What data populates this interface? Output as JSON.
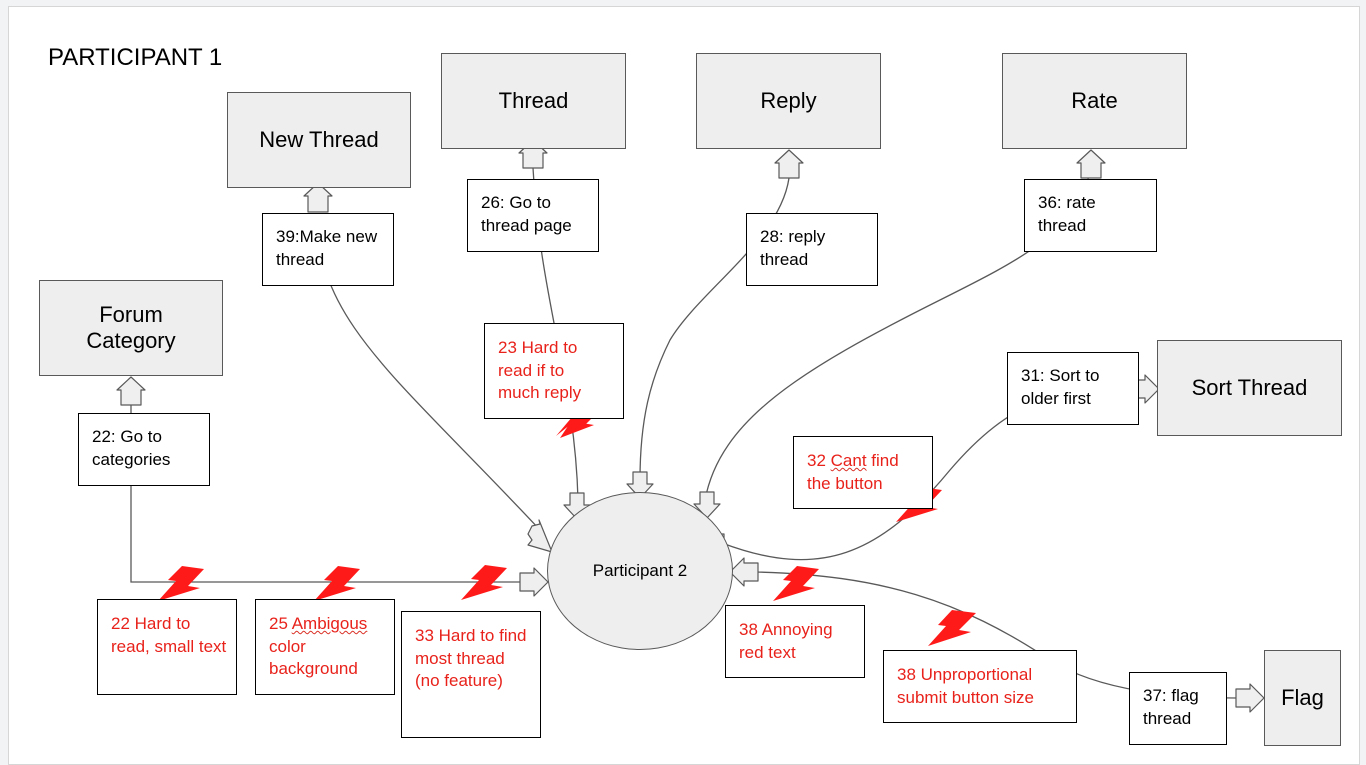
{
  "title": "PARTICIPANT 1",
  "center": "Participant 2",
  "nodes": {
    "new_thread": "New Thread",
    "thread": "Thread",
    "reply": "Reply",
    "rate": "Rate",
    "forum_category": "Forum Category",
    "sort_thread": "Sort Thread",
    "flag": "Flag"
  },
  "actions": {
    "make_new_thread": "39:Make new thread",
    "go_to_thread_page": "26: Go to thread page",
    "reply_thread": "28: reply thread",
    "rate_thread": "36: rate thread",
    "go_to_categories": "22: Go to categories",
    "sort_older_first": "31: Sort to older first",
    "flag_thread": "37: flag thread"
  },
  "issues": {
    "hard_to_read_reply": "23 Hard to read if to much reply",
    "cant_find_button_pre": "32 ",
    "cant_find_button_word": "Cant",
    "cant_find_button_post": " find the button",
    "hard_to_read_small": "22 Hard to read, small text",
    "ambiguous_pre": "25 ",
    "ambiguous_word": "Ambigous",
    "ambiguous_post": " color background",
    "hard_find_thread": "33 Hard to find most thread (no feature)",
    "annoying_red": "38 Annoying red text",
    "unproportional": "38 Unproportional submit button size"
  },
  "colors": {
    "issue_text": "#e8221b",
    "node_fill": "#eeeeee",
    "lightning": "#ff1a1a"
  }
}
